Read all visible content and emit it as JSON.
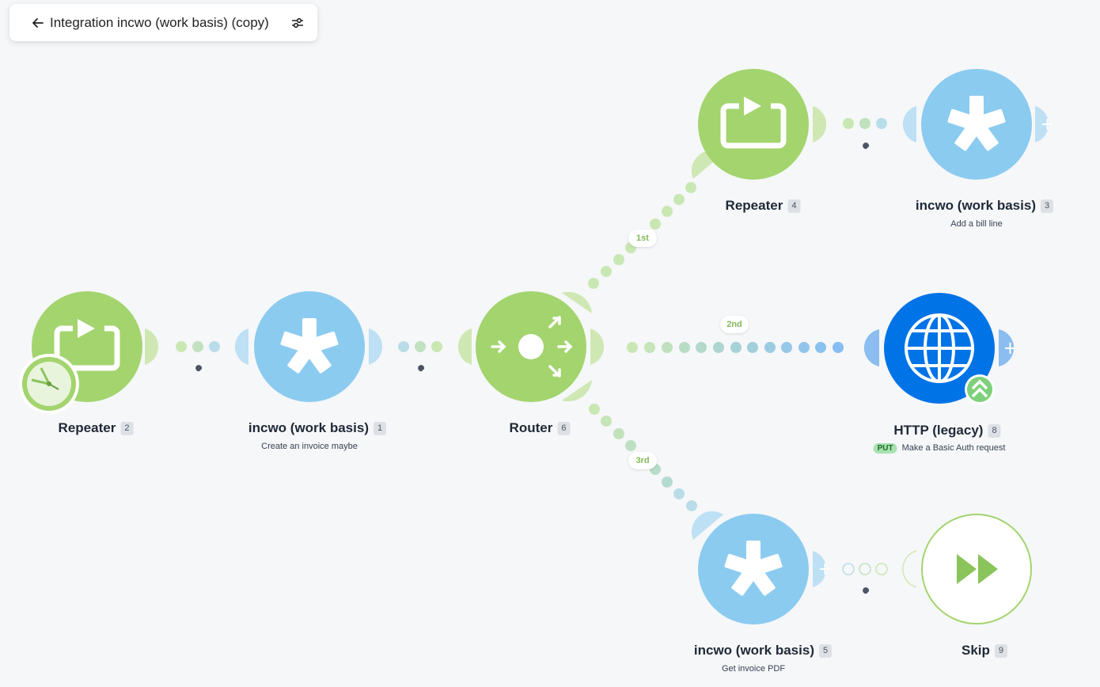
{
  "header": {
    "title": "Integration incwo (work basis) (copy)",
    "back_icon": "arrow-left-icon",
    "settings_icon": "sliders-icon"
  },
  "colors": {
    "repeater_green": "#a3d46e",
    "incwo_blue": "#8ccbf0",
    "http_blue": "#0073e6",
    "background": "#f6f7f9",
    "dot_green": "#c9e7b3",
    "dot_blue": "#b9dde8"
  },
  "modules": {
    "repeater2": {
      "name": "Repeater",
      "num": "2",
      "icon": "repeat-icon",
      "trigger_icon": "clock-icon"
    },
    "incwo1": {
      "name": "incwo (work basis)",
      "num": "1",
      "sub": "Create an invoice maybe",
      "icon": "asterisk-icon"
    },
    "router6": {
      "name": "Router",
      "num": "6",
      "icon": "router-icon"
    },
    "repeater4": {
      "name": "Repeater",
      "num": "4",
      "icon": "repeat-icon"
    },
    "incwo3": {
      "name": "incwo (work basis)",
      "num": "3",
      "sub": "Add a bill line",
      "icon": "asterisk-icon"
    },
    "http8": {
      "name": "HTTP (legacy)",
      "num": "8",
      "method": "PUT",
      "sub": "Make a Basic Auth request",
      "icon": "globe-icon",
      "badge_icon": "chevron-up-double-icon"
    },
    "incwo5": {
      "name": "incwo (work basis)",
      "num": "5",
      "sub": "Get invoice PDF",
      "icon": "asterisk-icon"
    },
    "skip9": {
      "name": "Skip",
      "num": "9",
      "icon": "fast-forward-icon"
    }
  },
  "routes": {
    "r1": "1st",
    "r2": "2nd",
    "r3": "3rd"
  }
}
